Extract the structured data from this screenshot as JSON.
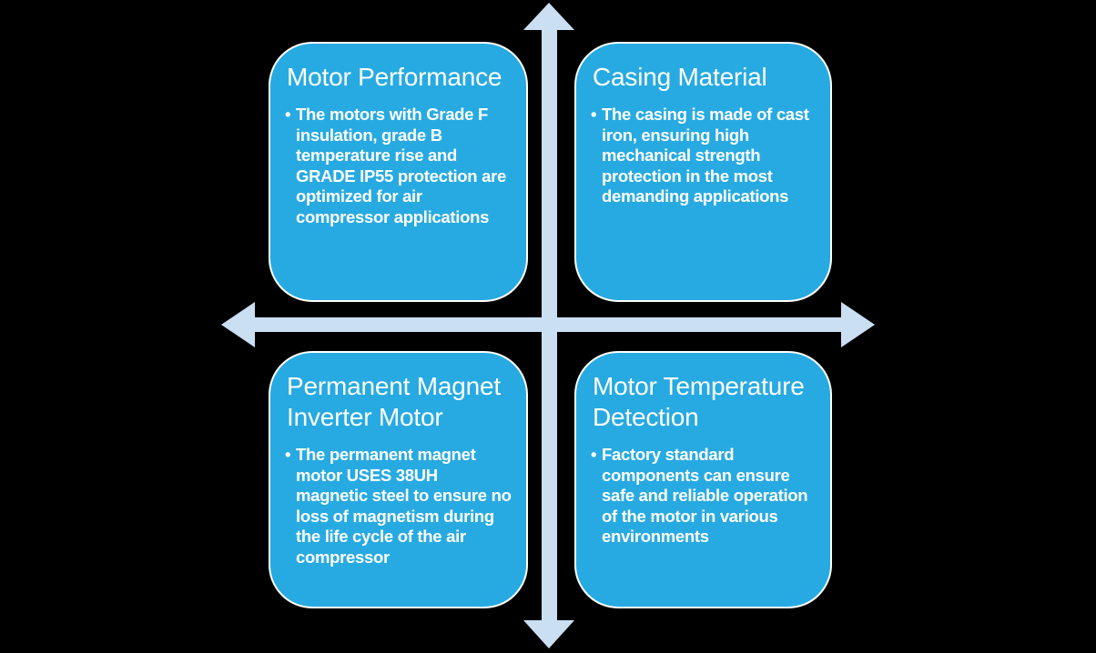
{
  "colors": {
    "background": "#000000",
    "box_fill": "#27AAE1",
    "box_border": "#FFFFFF",
    "arrow_fill": "#CBDFF3",
    "text": "#FFFFFF"
  },
  "diagram": {
    "bullet_char": "•",
    "quadrants": [
      {
        "position": "top-left",
        "title": "Motor Performance",
        "bullet": "The motors with Grade F insulation, grade B temperature rise and GRADE IP55 protection are optimized for air compressor applications"
      },
      {
        "position": "top-right",
        "title": "Casing Material",
        "bullet": "The casing is made of cast iron, ensuring high mechanical strength protection in the most demanding applications"
      },
      {
        "position": "bottom-left",
        "title": "Permanent Magnet Inverter Motor",
        "bullet": "The permanent magnet motor USES 38UH magnetic steel to ensure no loss of magnetism during the life cycle of the air compressor"
      },
      {
        "position": "bottom-right",
        "title": "Motor Temperature Detection",
        "bullet": "Factory standard components can ensure safe and reliable operation of the motor in various environments"
      }
    ]
  }
}
